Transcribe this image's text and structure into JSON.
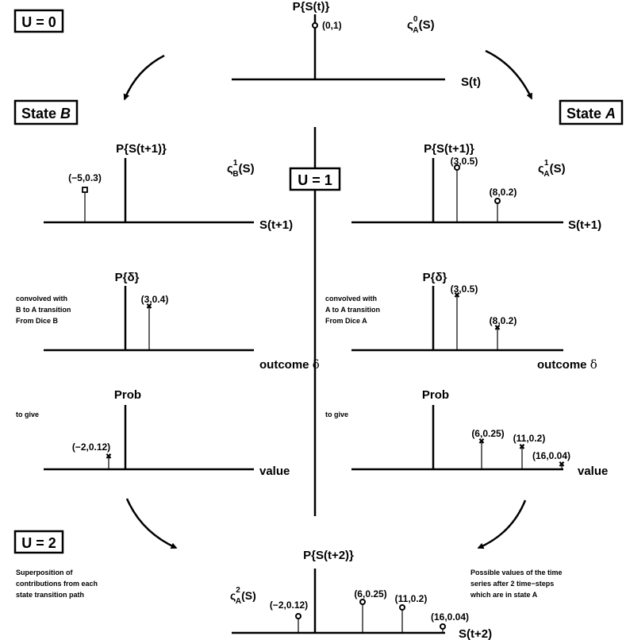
{
  "boxes": {
    "u0": "U = 0",
    "u1": "U = 1",
    "u2": "U = 2",
    "state_b": {
      "prefix": "State ",
      "letter": "B"
    },
    "state_a": {
      "prefix": "State ",
      "letter": "A"
    }
  },
  "top": {
    "ylabel": "P{S(t)}",
    "xlabel": "S(t)",
    "point": "(0,1)",
    "func": {
      "base": "ς",
      "sup": "0",
      "sub": "A",
      "arg": "(S)"
    }
  },
  "row1": {
    "left": {
      "ylabel": "P{S(t+1)}",
      "xlabel": "S(t+1)",
      "func": {
        "base": "ς",
        "sup": "1",
        "sub": "B",
        "arg": "(S)"
      },
      "points": [
        "(−5,0.3)"
      ]
    },
    "right": {
      "ylabel": "P{S(t+1)}",
      "xlabel": "S(t+1)",
      "func": {
        "base": "ς",
        "sup": "1",
        "sub": "A",
        "arg": "(S)"
      },
      "points": [
        "(3,0.5)",
        "(8,0.2)"
      ]
    }
  },
  "row2": {
    "left": {
      "ylabel": "P{δ}",
      "xlabel_text": "outcome ",
      "xlabel_sym": "δ",
      "note_lines": [
        "convolved with",
        "B to A transition",
        "From Dice B"
      ],
      "points": [
        "(3,0.4)"
      ]
    },
    "right": {
      "ylabel": "P{δ}",
      "xlabel_text": "outcome ",
      "xlabel_sym": "δ",
      "note_lines": [
        "convolved with",
        "A to A transition",
        "From Dice A"
      ],
      "points": [
        "(3,0.5)",
        "(8,0.2)"
      ]
    }
  },
  "row3": {
    "left": {
      "ylabel": "Prob",
      "xlabel": "value",
      "note": "to give",
      "points": [
        "(−2,0.12)"
      ]
    },
    "right": {
      "ylabel": "Prob",
      "xlabel": "value",
      "note": "to give",
      "points": [
        "(6,0.25)",
        "(11,0.2)",
        "(16,0.04)"
      ]
    }
  },
  "bottom": {
    "ylabel": "P{S(t+2)}",
    "xlabel": "S(t+2)",
    "func": {
      "base": "ς",
      "sup": "2",
      "sub": "A",
      "arg": "(S)"
    },
    "points": [
      "(−2,0.12)",
      "(6,0.25)",
      "(11,0.2)",
      "(16,0.04)"
    ],
    "note_left": [
      "Superposition of",
      "contributions from each",
      "state transition path"
    ],
    "note_right": [
      "Possible values of the time",
      "series after 2 time−steps",
      "which are in state A"
    ]
  }
}
